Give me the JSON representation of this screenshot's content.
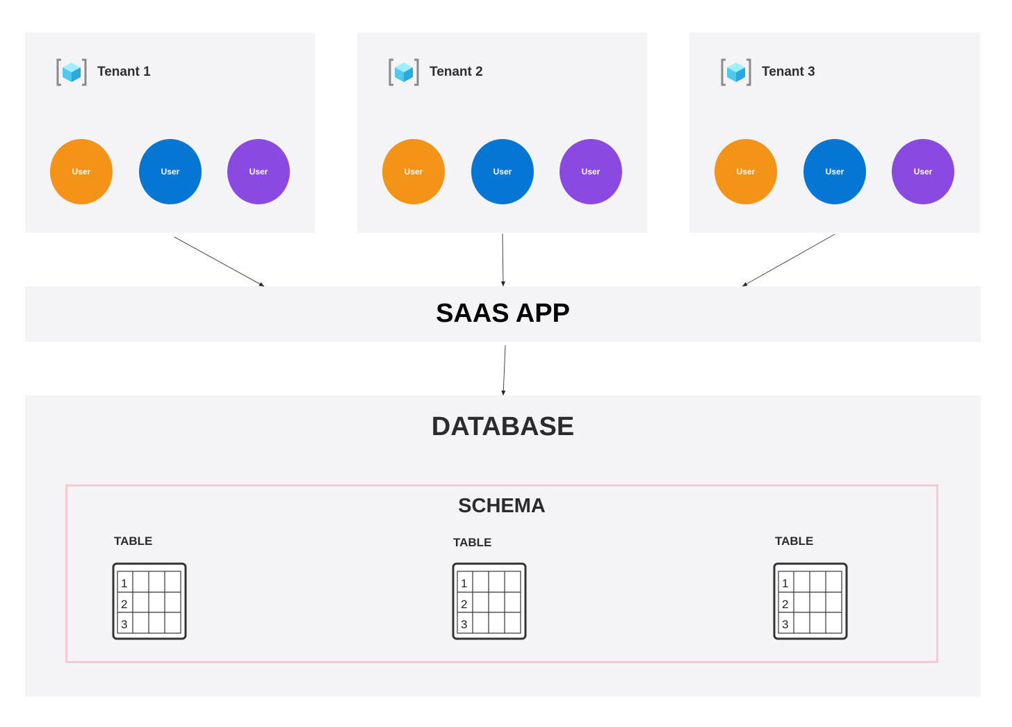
{
  "tenants": [
    {
      "title": "Tenant 1",
      "users": [
        "User",
        "User",
        "User"
      ]
    },
    {
      "title": "Tenant 2",
      "users": [
        "User",
        "User",
        "User"
      ]
    },
    {
      "title": "Tenant 3",
      "users": [
        "User",
        "User",
        "User"
      ]
    }
  ],
  "colors": {
    "user_orange": "#f39318",
    "user_blue": "#0576d4",
    "user_purple": "#8a49e0",
    "panel": "#f4f4f6",
    "schema_border": "#f7c9d1"
  },
  "app": {
    "title": "SAAS APP"
  },
  "database": {
    "title": "DATABASE",
    "schema": {
      "title": "SCHEMA",
      "tables": [
        {
          "label": "TABLE",
          "rows": [
            "1",
            "2",
            "3"
          ]
        },
        {
          "label": "TABLE",
          "rows": [
            "1",
            "2",
            "3"
          ]
        },
        {
          "label": "TABLE",
          "rows": [
            "1",
            "2",
            "3"
          ]
        }
      ]
    }
  },
  "icons": {
    "tenant": "cube-bracket-icon",
    "table": "table-grid-icon"
  }
}
